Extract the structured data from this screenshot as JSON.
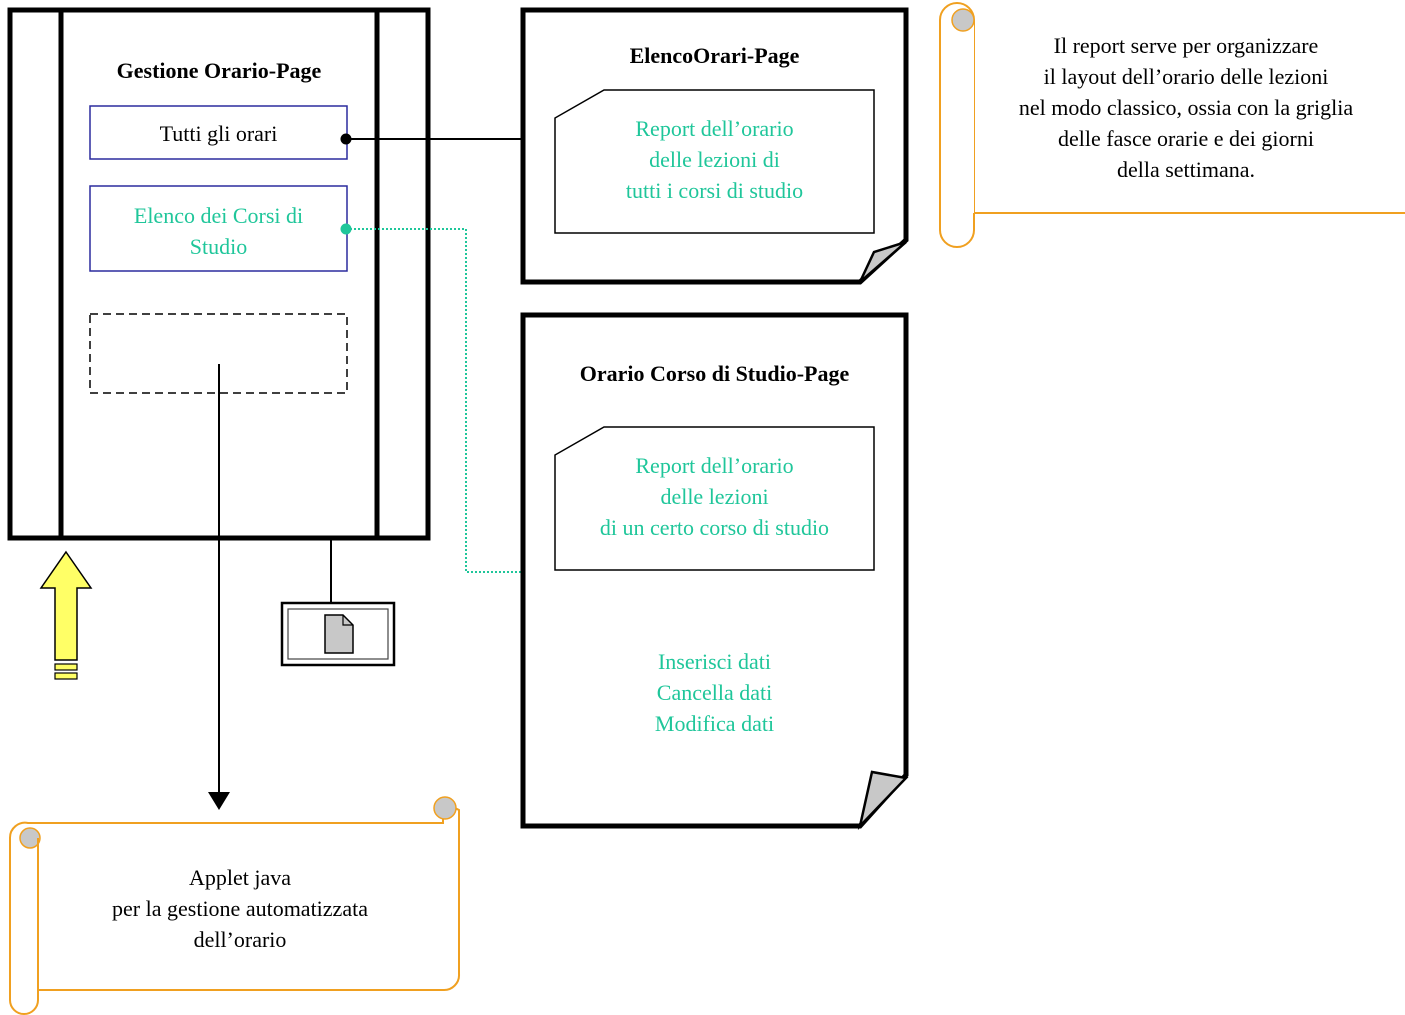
{
  "colors": {
    "green": "#1fc69a",
    "blue_border": "#2b2b9e",
    "scroll_border": "#f0a020",
    "arrow_fill": "#ffff66",
    "black": "#000000",
    "gray": "#c8c8c8"
  },
  "gestione_page": {
    "title": "Gestione Orario-Page",
    "link_tutti": "Tutti gli orari",
    "link_corsi": "Elenco dei Corsi di\nStudio"
  },
  "elenco_orari_page": {
    "title": "ElencoOrari-Page",
    "report": "Report dell’orario\ndelle lezioni di\ntutti i corsi di studio"
  },
  "orario_corso_page": {
    "title": "Orario Corso di Studio-Page",
    "report": "Report dell’orario\ndelle lezioni\ndi un certo corso di studio",
    "actions": "Inserisci dati\nCancella dati\nModifica dati"
  },
  "note_report": "Il report  serve per organizzare\nil layout dell’orario delle lezioni\nnel modo classico, ossia con la griglia\ndelle fasce orarie e dei giorni\ndella settimana.",
  "note_applet": "Applet java\nper la gestione automatizzata\ndell’orario",
  "icons": [
    "up-arrow-icon",
    "document-icon"
  ]
}
